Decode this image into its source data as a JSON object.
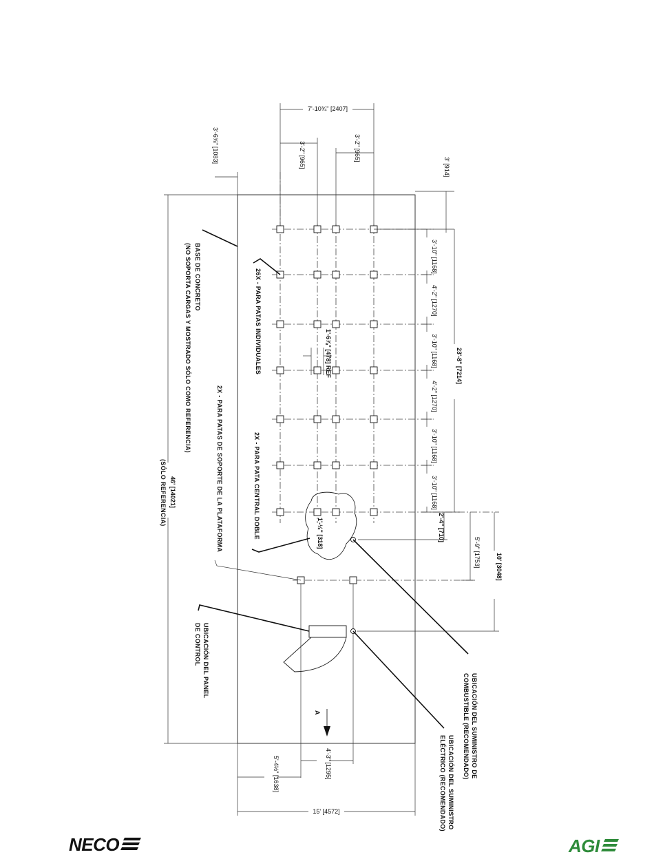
{
  "colors": {
    "line": "#222222",
    "agi_green": "#2e8b3a",
    "neco_black": "#111111"
  },
  "logos": {
    "left": "NECO",
    "right": "AGI"
  },
  "dimensions": {
    "top_overall": "7'-10¾\" [2407]",
    "top_left_spacing": "3'-2\" [965]",
    "top_right_spacing": "3'-2\" [965]",
    "top_left_offset": "3'-6⅝\" [1083]",
    "top_right_offset": "3' [914]",
    "overall_length": "46' [14021]",
    "overall_width": "15' [4572]",
    "leg_span": "23'-8\" [7214]",
    "pitch_1": "3'-10\" [1168]",
    "pitch_2": "4'-2\" [1270]",
    "pitch_3": "3'-10\" [1168]",
    "pitch_4": "4'-2\" [1270]",
    "pitch_5": "3'-10\" [1168]",
    "pitch_6": "3'-10\" [1168]",
    "end_offset": "2'-4\" [710]",
    "fuel_offset": "5'-9\" [1753]",
    "electric_offset": "10' [3048]",
    "pad_ref": "1'-6⅞\" [478] REF",
    "center_leg_pad": "1'-½\" [318]",
    "bottom_left": "5'-4½\" [1638]",
    "bottom_center": "4'-3\" [1295]"
  },
  "labels": {
    "base": "BASE DE CONCRETO",
    "base_note": "(NO SOPORTA CARGAS Y MOSTRADO SÓLO COMO REFERENCIA)",
    "ref_only": "(SÓLO REFERENCIA)",
    "legs_26x": "26X - PARA PATAS INDIVIDUALES",
    "center_double": "2X - PARA PATA CENTRAL DOBLE",
    "platform_legs": "2X - PARA PATAS DE SOPORTE DE LA PLATAFORMA",
    "panel_line1": "UBICACIÓN DEL PANEL",
    "panel_line2": "DE CONTROL",
    "fuel_line1": "UBICACIÓN DEL SUMINISTRO DE",
    "fuel_line2": "COMBUSTIBLE (RECOMENDADO)",
    "elec_line1": "UBICACIÓN DEL SUMINISTRO",
    "elec_line2": "ELÉCTRICO (RECOMENDADO)",
    "view_a": "A"
  }
}
